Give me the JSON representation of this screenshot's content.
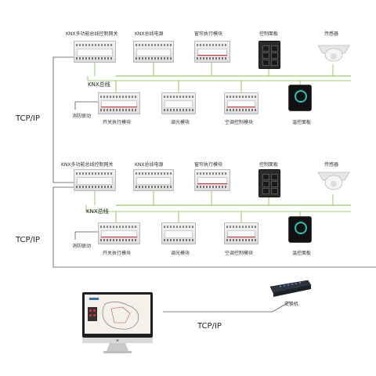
{
  "labels": {
    "top_gateway": "KNX多功能总线控制网关",
    "top_power": "KNX总线电源",
    "top_curtain": "窗帘执行模块",
    "top_panel": "控制面板",
    "top_sensor": "传感器",
    "top_bus": "KNX总线",
    "top_fire": "消防联动",
    "top_switch": "开关执行模块",
    "top_dimmer": "调光模块",
    "top_ac": "空调控制模块",
    "top_thermo": "温控面板",
    "bottom_gateway": "KNX多功能总线控制网关",
    "bottom_power": "KNX总线电源",
    "bottom_curtain": "窗帘执行模块",
    "bottom_panel": "控制面板",
    "bottom_sensor": "传感器",
    "bottom_bus": "KNX总线",
    "bottom_fire": "消防联动",
    "bottom_switch": "开关执行模块",
    "bottom_dimmer": "调光模块",
    "bottom_ac": "空调控制模块",
    "bottom_thermo": "温控面板",
    "switch_label": "交换机",
    "tcp_top": "TCP/IP",
    "tcp_middle": "TCP/IP",
    "tcp_bottom": "TCP/IP"
  },
  "colors": {
    "bus_line": "#7dc243",
    "tcp_line": "#555555",
    "accent": "#27c3b6"
  },
  "icons": [
    "din-rail-module-icon",
    "control-panel-icon",
    "sensor-icon",
    "thermostat-icon",
    "network-switch-icon",
    "monitor-icon"
  ]
}
